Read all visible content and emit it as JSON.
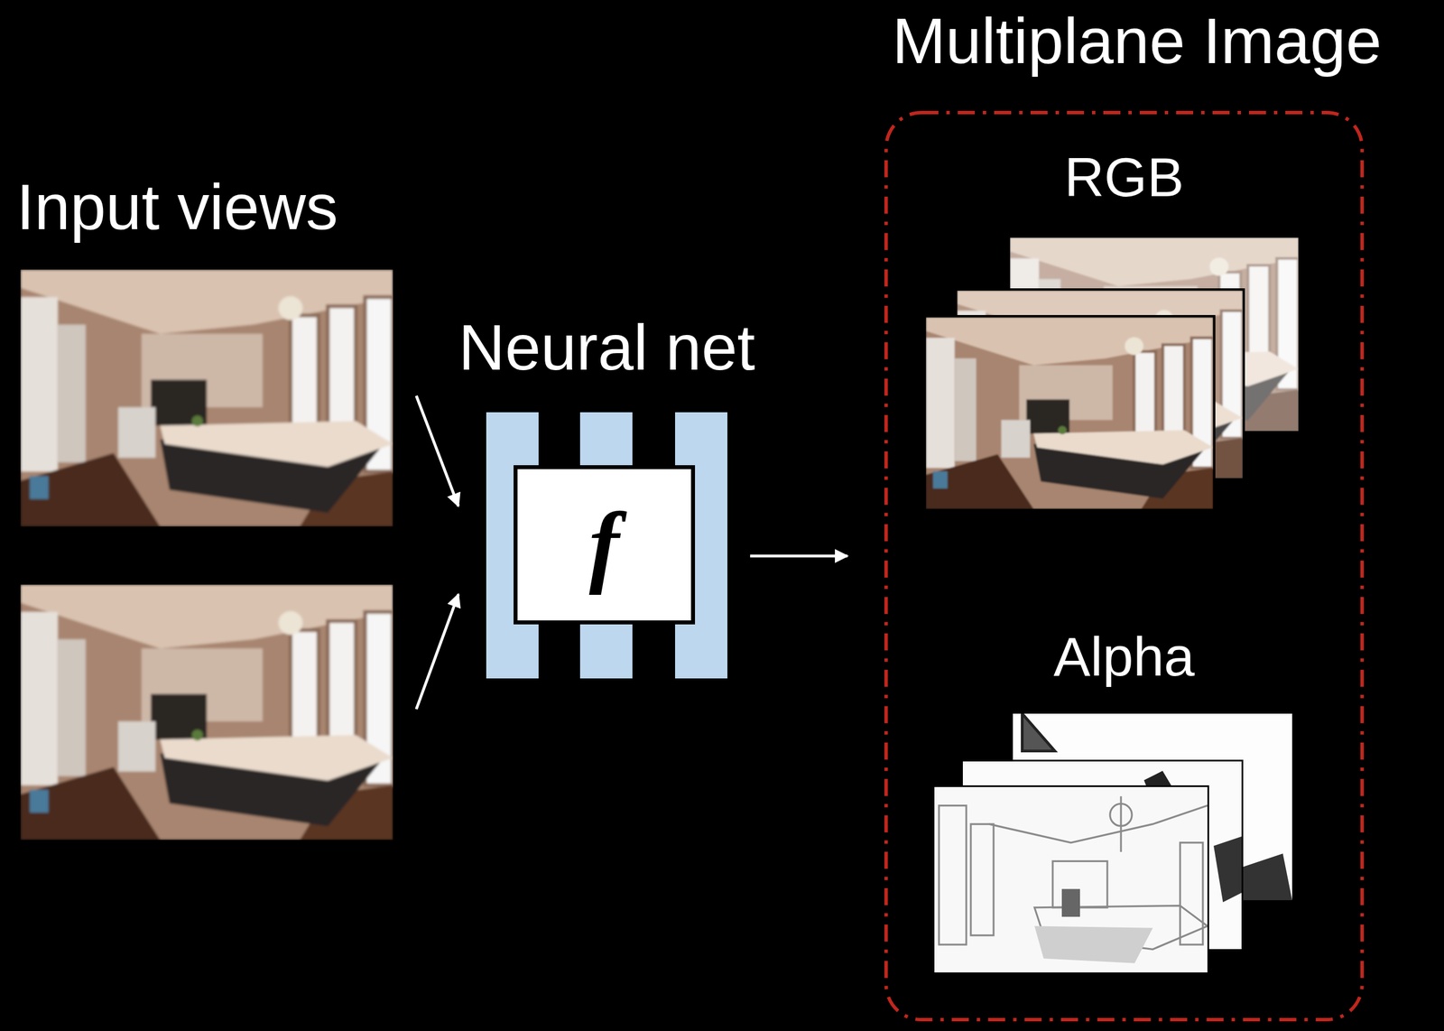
{
  "diagram": {
    "nodes": [
      {
        "text": [
          "Neural net",
          "f"
        ]
      },
      {
        "text": [
          "Multiplane Image"
        ]
      },
      {
        "text": [
          "RGB"
        ],
        "in": 1
      },
      {
        "text": [
          "Alpha"
        ],
        "in": 1
      }
    ],
    "edges": [
      {
        "from": 0,
        "to": 1,
        "arrow": "to"
      }
    ],
    "labels": [
      "Input views"
    ]
  }
}
